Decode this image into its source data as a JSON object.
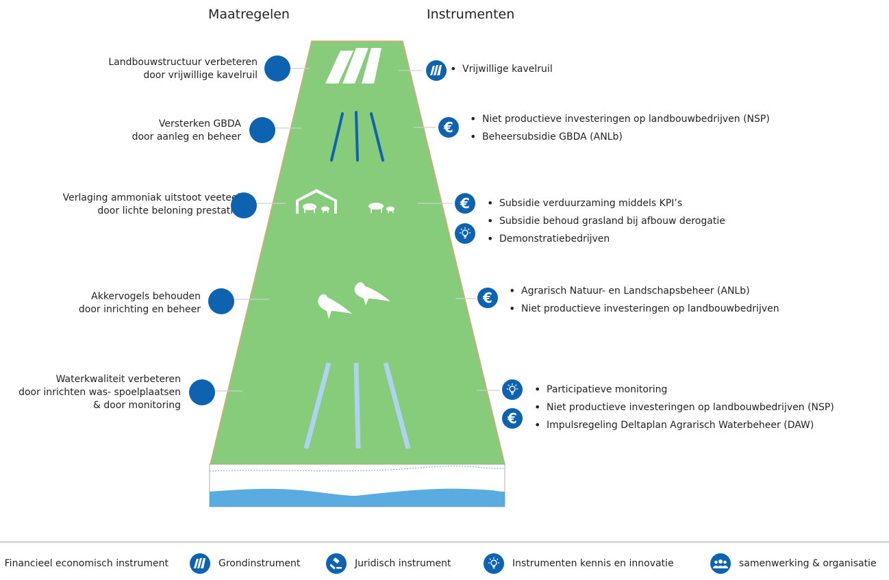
{
  "headers": {
    "left": "Maatregelen",
    "right": "Instrumenten"
  },
  "measures": [
    {
      "line1": "Landbouwstructuur verbeteren",
      "line2": "door vrijwillige kavelruil"
    },
    {
      "line1": "Versterken GBDA",
      "line2": "door aanleg en beheer"
    },
    {
      "line1": "Verlaging ammoniak uitstoot veeteelt",
      "line2": "door lichte beloning prestaties"
    },
    {
      "line1": "Akkervogels behouden",
      "line2": "door inrichting en beheer"
    },
    {
      "line1": "Waterkwaliteit verbeteren",
      "line2": "door inrichten was- spoelplaatsen",
      "line3": "& door monitoring"
    }
  ],
  "instruments": [
    {
      "items": [
        "Vrijwillige kavelruil"
      ],
      "icons": [
        "grond-icon"
      ]
    },
    {
      "items": [
        "Niet productieve investeringen op landbouwbedrijven (NSP)",
        "Beheersubsidie GBDA (ANLb)"
      ],
      "icons": [
        "euro-icon"
      ]
    },
    {
      "items": [
        "Subsidie verduurzaming middels KPI’s",
        "Subsidie behoud grasland bij afbouw derogatie",
        "Demonstratiebedrijven"
      ],
      "icons": [
        "euro-icon",
        "lightbulb-icon"
      ]
    },
    {
      "items": [
        "Agrarisch Natuur- en Landschapsbeheer (ANLb)",
        "Niet productieve investeringen op landbouwbedrijven"
      ],
      "icons": [
        "euro-icon"
      ]
    },
    {
      "items": [
        "Participatieve monitoring",
        "Niet productieve investeringen op landbouwbedrijven (NSP)",
        "Impulsregeling Deltaplan Agrarisch Waterbeheer (DAW)"
      ],
      "icons": [
        "lightbulb-icon",
        "euro-icon"
      ]
    }
  ],
  "legend": [
    {
      "label": "Financieel economisch instrument",
      "icon": "euro-icon"
    },
    {
      "label": "Grondinstrument",
      "icon": "grond-icon"
    },
    {
      "label": "Juridisch instrument",
      "icon": "gavel-icon"
    },
    {
      "label": "Instrumenten kennis en innovatie",
      "icon": "lightbulb-icon"
    },
    {
      "label": "samenwerking & organisatie",
      "icon": "people-icon"
    }
  ],
  "colors": {
    "field": "#86cc7b",
    "accent": "#0d63b0",
    "water": "#5aace0",
    "ditch": "#aed3f0"
  }
}
